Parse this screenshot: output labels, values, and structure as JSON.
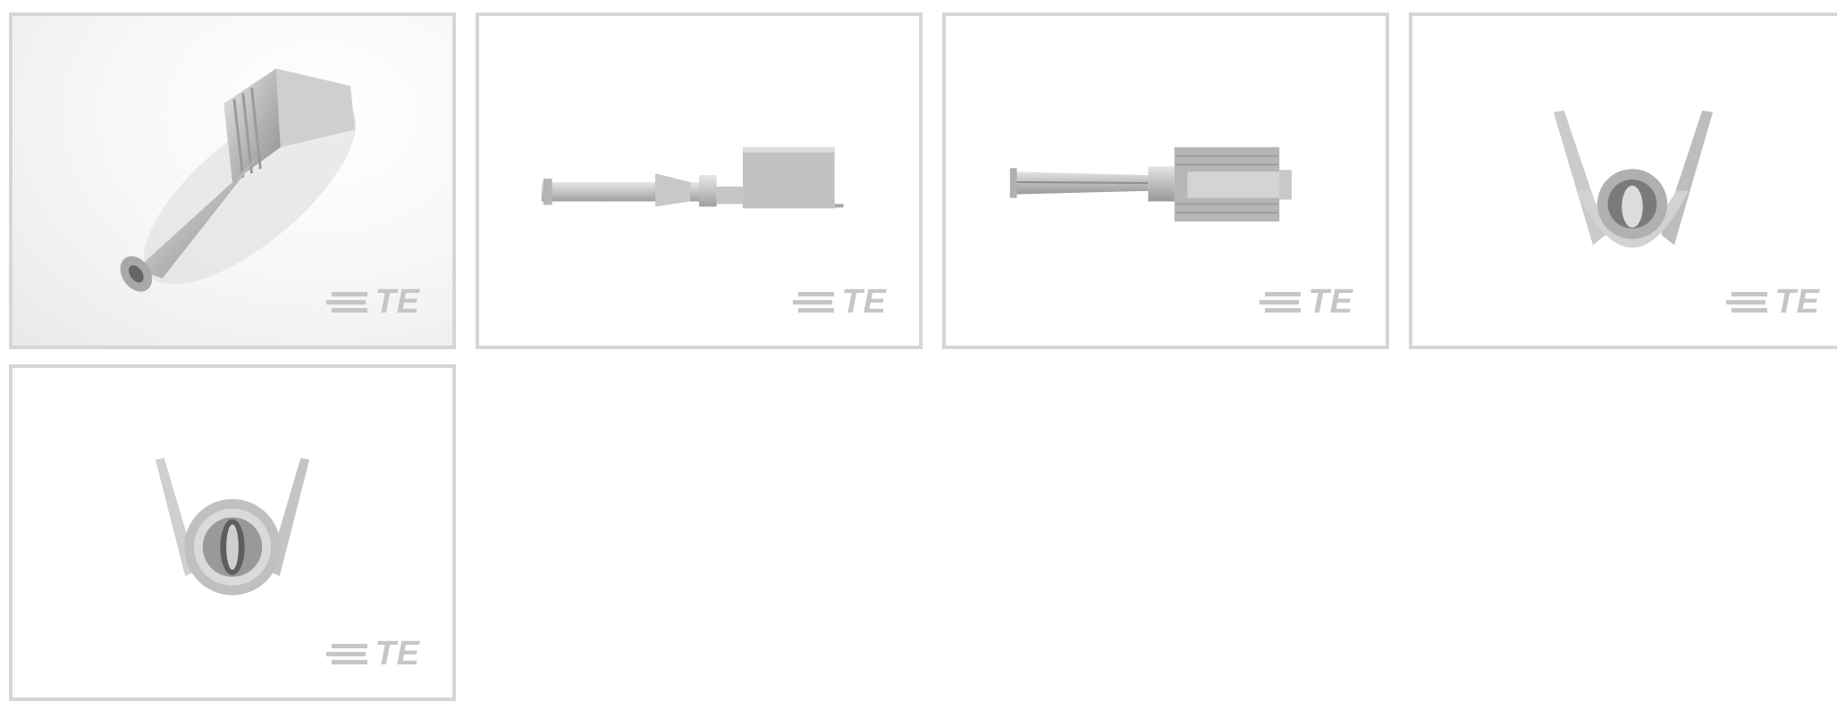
{
  "gallery": {
    "thumbnails": [
      {
        "view": "isometric",
        "logo_text": "TE",
        "logo_icon": "te-logo-icon"
      },
      {
        "view": "side",
        "logo_text": "TE",
        "logo_icon": "te-logo-icon"
      },
      {
        "view": "top",
        "logo_text": "TE",
        "logo_icon": "te-logo-icon"
      },
      {
        "view": "rear",
        "logo_text": "TE",
        "logo_icon": "te-logo-icon"
      },
      {
        "view": "front",
        "logo_text": "TE",
        "logo_icon": "te-logo-icon"
      }
    ],
    "colors": {
      "border": "#d6d6d6",
      "logo": "#c6c6c6",
      "metal": "#bdbdbd"
    }
  }
}
